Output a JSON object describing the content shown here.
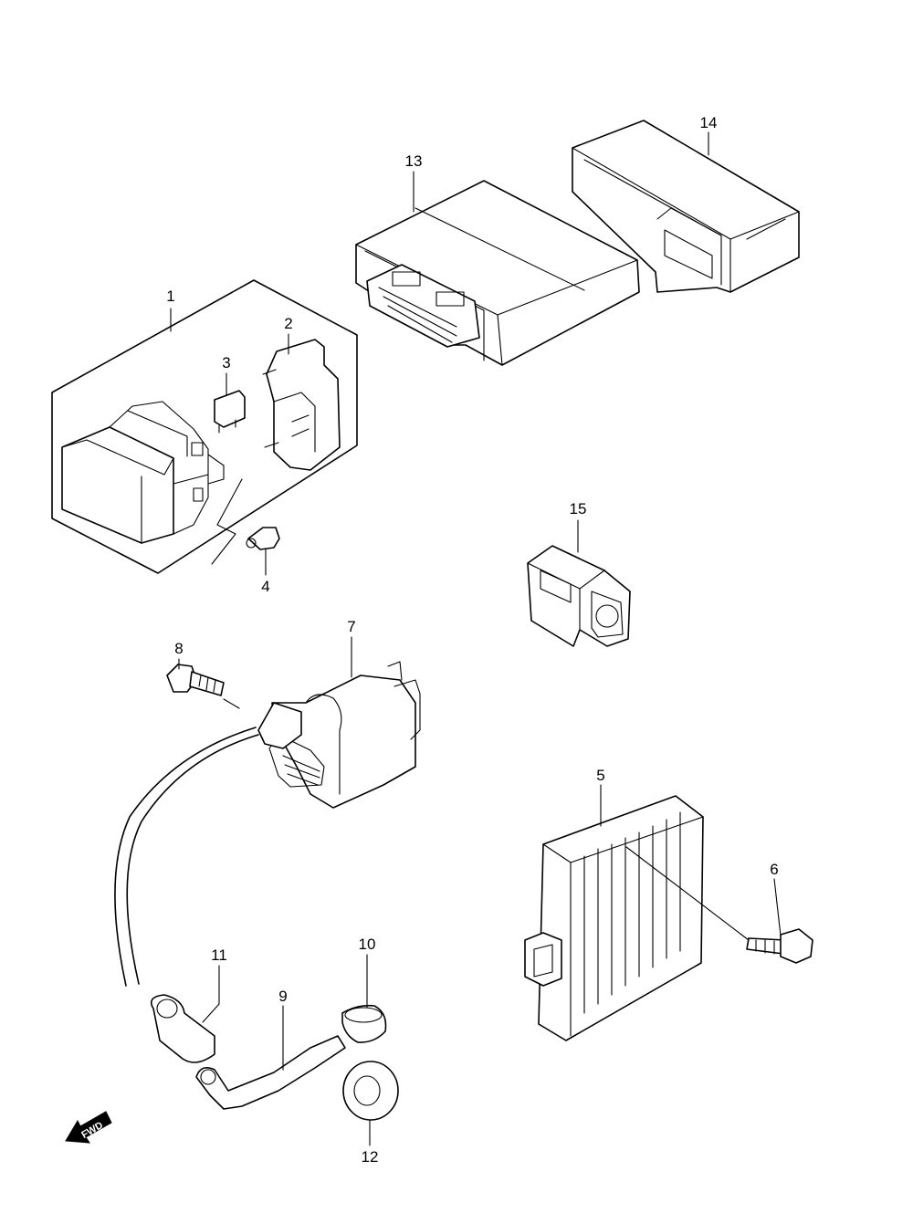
{
  "callouts": [
    {
      "id": "1",
      "label": "1"
    },
    {
      "id": "2",
      "label": "2"
    },
    {
      "id": "3",
      "label": "3"
    },
    {
      "id": "4",
      "label": "4"
    },
    {
      "id": "5",
      "label": "5"
    },
    {
      "id": "6",
      "label": "6"
    },
    {
      "id": "7",
      "label": "7"
    },
    {
      "id": "8",
      "label": "8"
    },
    {
      "id": "9",
      "label": "9"
    },
    {
      "id": "10",
      "label": "10"
    },
    {
      "id": "11",
      "label": "11"
    },
    {
      "id": "12",
      "label": "12"
    },
    {
      "id": "13",
      "label": "13"
    },
    {
      "id": "14",
      "label": "14"
    },
    {
      "id": "15",
      "label": "15"
    }
  ],
  "fwd_arrow": {
    "label": "FWD",
    "icon": "fwd-arrow-icon"
  }
}
